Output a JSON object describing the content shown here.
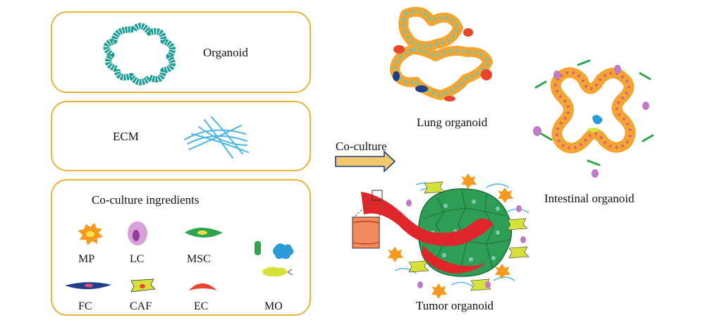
{
  "boxes": {
    "organoid": "Organoid",
    "ecm": "ECM",
    "ingredients_title": "Co-culture ingredients"
  },
  "cells": {
    "mp": "MP",
    "lc": "LC",
    "msc": "MSC",
    "fc": "FC",
    "caf": "CAF",
    "ec": "EC",
    "mo": "MO"
  },
  "arrow_label": "Co-culture",
  "organoids": {
    "lung": "Lung organoid",
    "intestinal": "Intestinal organoid",
    "tumor": "Tumor organoid"
  },
  "colors": {
    "box_border": "#e8b53a",
    "organoid_teal": "#1a9c96",
    "ecm_blue": "#4ab6e6",
    "arrow_fill": "#f4c96a",
    "arrow_edge": "#1f3f86",
    "mp_orange": "#f59a1e",
    "lc_purple": "#c279c7",
    "msc_green": "#2fa44e",
    "fc_navy": "#1f3f86",
    "caf_yellow": "#d6e23b",
    "ec_red": "#e8452c",
    "mo_blue": "#2a9bd8",
    "tumor_green": "#2e9e57",
    "vessel_red": "#e0262a"
  }
}
